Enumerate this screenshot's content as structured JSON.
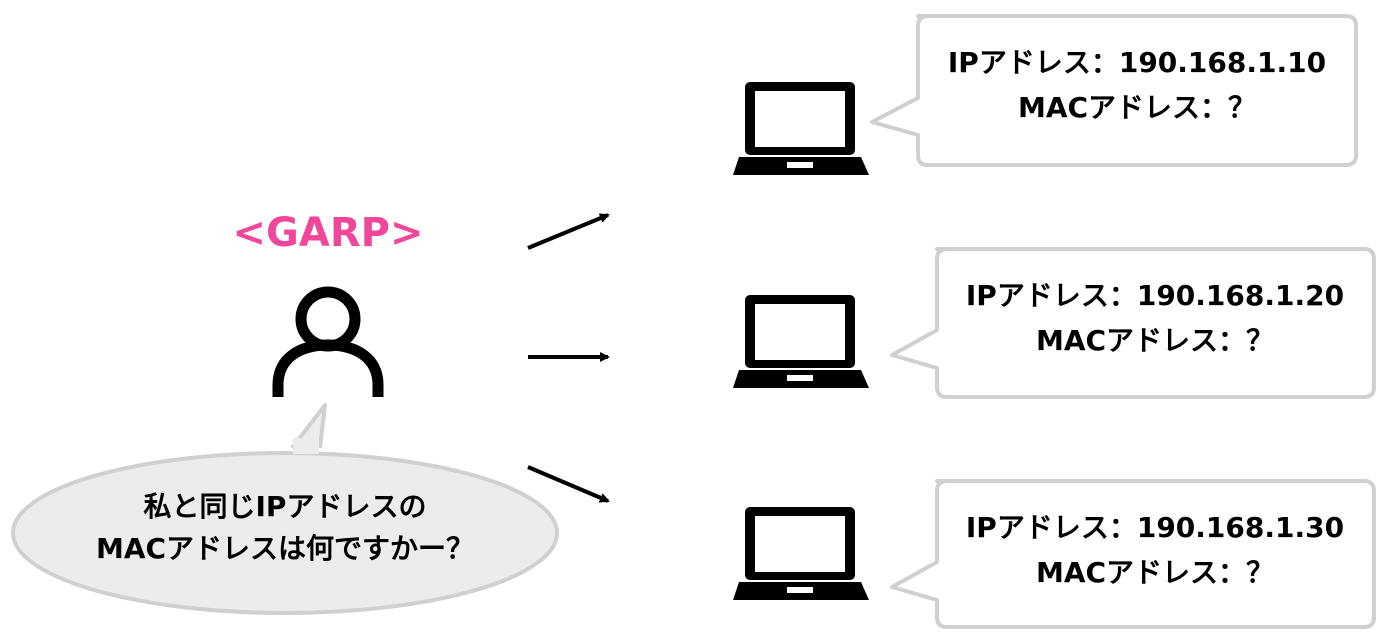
{
  "title": "<GARP>",
  "colors": {
    "title": "#f0479a",
    "stroke": "#d0d0d0",
    "icon": "#000000",
    "text": "#000000"
  },
  "sender": {
    "icon": "person-icon",
    "speech": {
      "line1": "私と同じIPアドレスの",
      "line2": "MACアドレスは何ですかー？"
    }
  },
  "devices": [
    {
      "icon": "laptop-icon",
      "ip_line": "IPアドレス：190.168.1.10",
      "mac_line": "MACアドレス：？"
    },
    {
      "icon": "laptop-icon",
      "ip_line": "IPアドレス：190.168.1.20",
      "mac_line": "MACアドレス：？"
    },
    {
      "icon": "laptop-icon",
      "ip_line": "IPアドレス：190.168.1.30",
      "mac_line": "MACアドレス：？"
    }
  ]
}
